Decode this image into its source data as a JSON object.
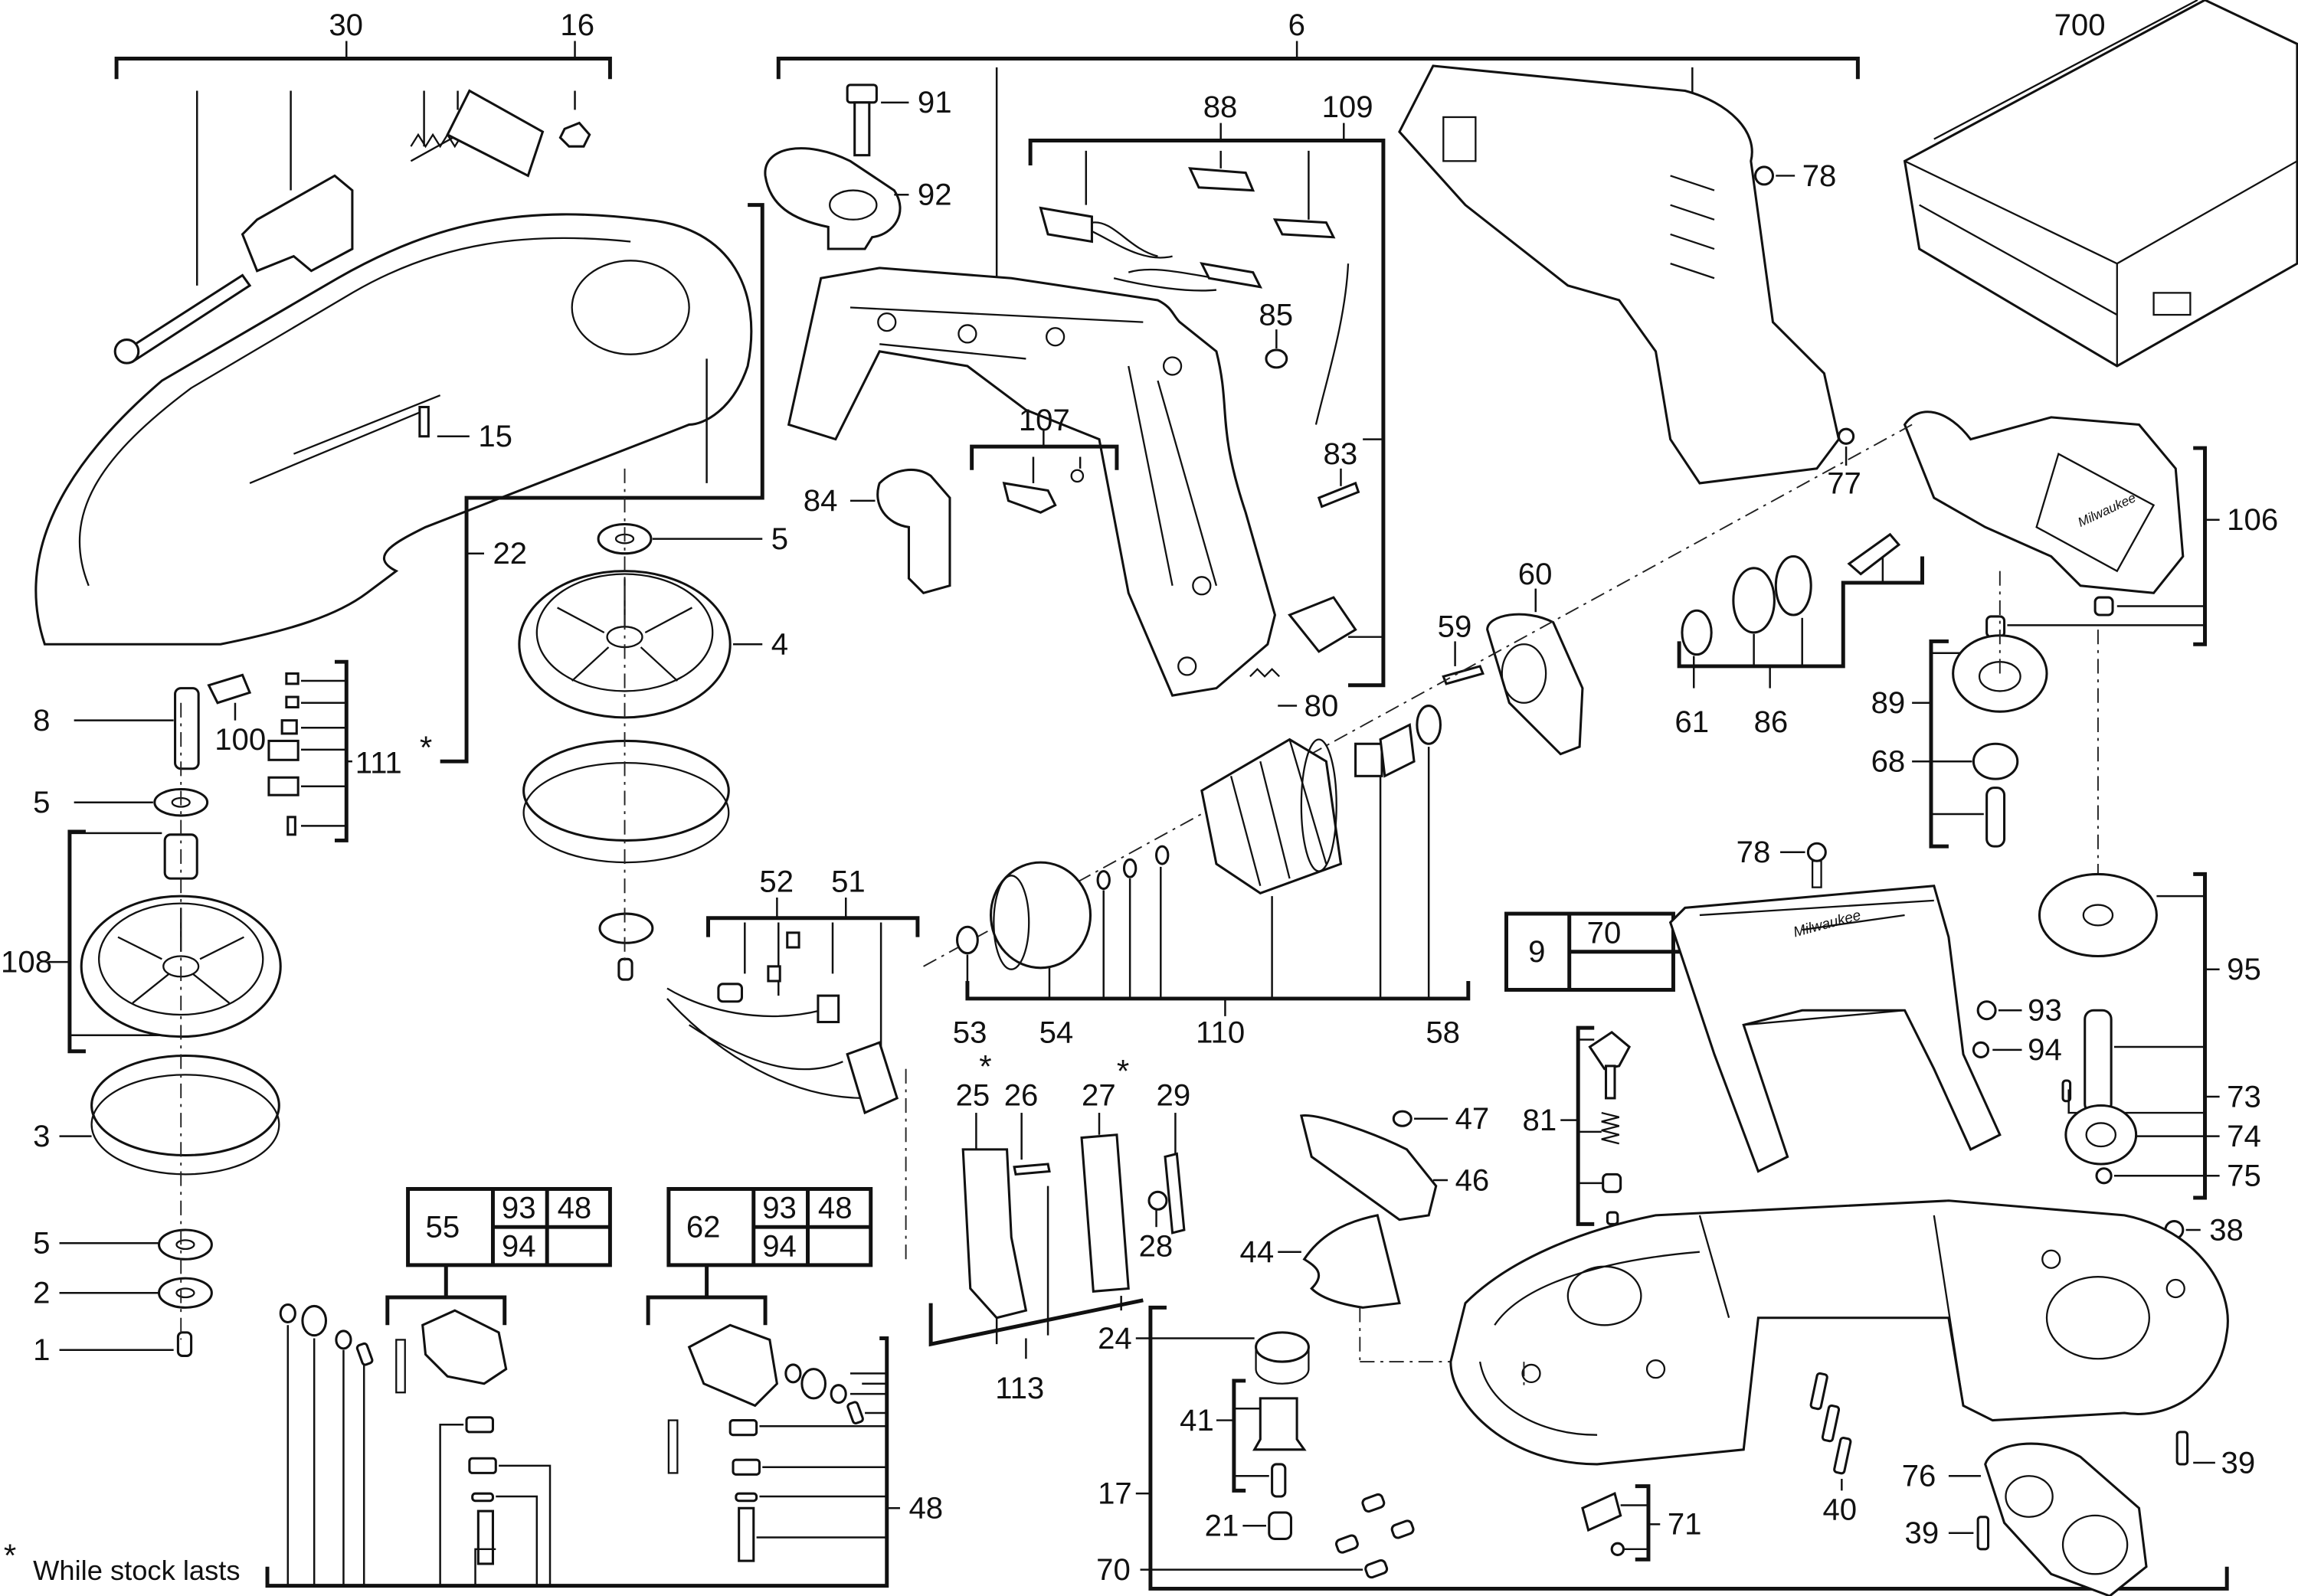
{
  "diagram": {
    "title": "Band saw exploded parts diagram",
    "footnote": {
      "symbol": "*",
      "text": "While stock lasts"
    },
    "brand_mark": "Milwaukee",
    "labels": {
      "p30": "30",
      "p16": "16",
      "p15": "15",
      "p22": "22",
      "p5a": "5",
      "p4": "4",
      "p8": "8",
      "p100": "100",
      "p111": "111",
      "p5b": "5",
      "p108": "108",
      "p3": "3",
      "p5c": "5",
      "p2": "2",
      "p1": "1",
      "p6": "6",
      "p91": "91",
      "p92": "92",
      "p88": "88",
      "p109": "109",
      "p85": "85",
      "p83": "83",
      "p107": "107",
      "p84": "84",
      "p80": "80",
      "p700": "700",
      "p78a": "78",
      "p77": "77",
      "p106": "106",
      "p60": "60",
      "p59": "59",
      "p61": "61",
      "p86": "86",
      "p89": "89",
      "p68": "68",
      "p52": "52",
      "p51": "51",
      "p53": "53",
      "p54": "54",
      "p110": "110",
      "p58": "58",
      "p78b": "78",
      "p95": "95",
      "p93": "93",
      "p94": "94",
      "p73": "73",
      "p74": "74",
      "p75": "75",
      "p38": "38",
      "p81": "81",
      "p47": "47",
      "p46": "46",
      "p44": "44",
      "p25": "25",
      "p26": "26",
      "p27": "27",
      "p29": "29",
      "p28": "28",
      "p113": "113",
      "p24": "24",
      "p41": "41",
      "p17": "17",
      "p21": "21",
      "p70": "70",
      "p71": "71",
      "p40": "40",
      "p76": "76",
      "p39a": "39",
      "p39b": "39",
      "p48": "48"
    },
    "starred": [
      "111",
      "25",
      "27"
    ],
    "kit_tables": [
      {
        "main": "55",
        "cells": [
          "93",
          "48",
          "94",
          ""
        ]
      },
      {
        "main": "62",
        "cells": [
          "93",
          "48",
          "94",
          ""
        ]
      },
      {
        "main": "9",
        "cells": [
          "70",
          ""
        ]
      }
    ]
  }
}
